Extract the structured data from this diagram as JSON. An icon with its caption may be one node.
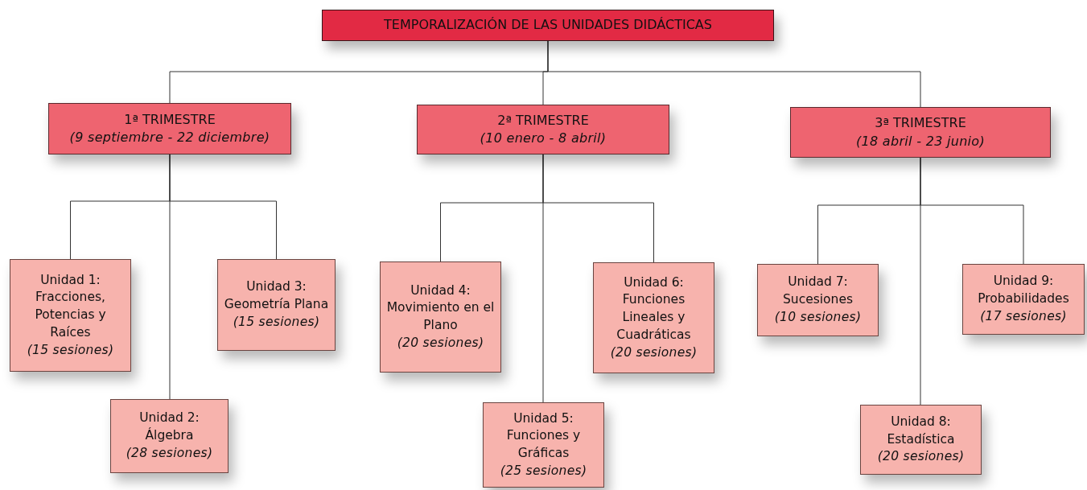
{
  "diagram": {
    "nodes": [
      {
        "text": [
          "TEMPORALIZACIÓN DE LAS UNIDADES DIDÁCTICAS"
        ]
      },
      {
        "text": [
          "1ª TRIMESTRE",
          "(9 septiembre - 22 diciembre)"
        ]
      },
      {
        "text": [
          "2ª TRIMESTRE",
          "(10 enero - 8 abril)"
        ]
      },
      {
        "text": [
          "3ª TRIMESTRE",
          "(18 abril - 23 junio)"
        ]
      },
      {
        "text": [
          "Unidad 1: Fracciones, Potencias y Raíces",
          "(15 sesiones)"
        ]
      },
      {
        "text": [
          "Unidad 2: Álgebra",
          "(28 sesiones)"
        ]
      },
      {
        "text": [
          "Unidad 3: Geometría Plana",
          "(15 sesiones)"
        ]
      },
      {
        "text": [
          "Unidad 4: Movimiento en el Plano",
          "(20 sesiones)"
        ]
      },
      {
        "text": [
          "Unidad 5: Funciones y Gráficas",
          "(25 sesiones)"
        ]
      },
      {
        "text": [
          "Unidad 6: Funciones Lineales y Cuadráticas",
          "(20 sesiones)"
        ]
      },
      {
        "text": [
          "Unidad 7: Sucesiones",
          "(10 sesiones)"
        ]
      },
      {
        "text": [
          "Unidad 8: Estadística",
          "(20 sesiones)"
        ]
      },
      {
        "text": [
          "Unidad 9: Probabilidades",
          "(17 sesiones)"
        ]
      }
    ],
    "edges": [
      {
        "from": 0,
        "to": 1,
        "arrow": "none"
      },
      {
        "from": 0,
        "to": 2,
        "arrow": "none"
      },
      {
        "from": 0,
        "to": 3,
        "arrow": "none"
      },
      {
        "from": 1,
        "to": 4,
        "arrow": "none"
      },
      {
        "from": 1,
        "to": 5,
        "arrow": "none"
      },
      {
        "from": 1,
        "to": 6,
        "arrow": "none"
      },
      {
        "from": 2,
        "to": 7,
        "arrow": "none"
      },
      {
        "from": 2,
        "to": 8,
        "arrow": "none"
      },
      {
        "from": 2,
        "to": 9,
        "arrow": "none"
      },
      {
        "from": 3,
        "to": 10,
        "arrow": "none"
      },
      {
        "from": 3,
        "to": 11,
        "arrow": "none"
      },
      {
        "from": 3,
        "to": 12,
        "arrow": "none"
      }
    ]
  }
}
